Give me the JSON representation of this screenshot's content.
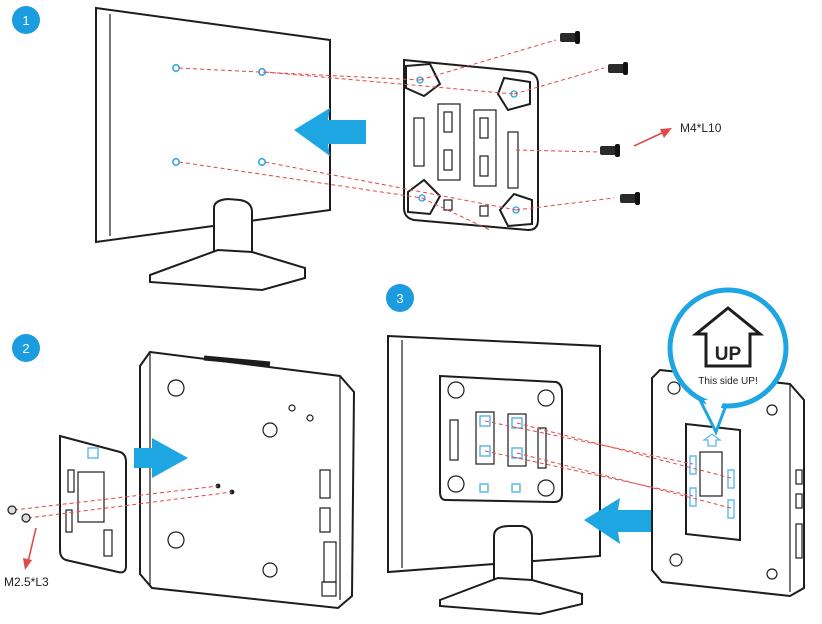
{
  "steps": [
    {
      "number": "1"
    },
    {
      "number": "2"
    },
    {
      "number": "3"
    }
  ],
  "labels": {
    "screw_large": "M4*L10",
    "screw_small": "M2.5*L3",
    "up_sign": "UP",
    "up_caption": "This side UP!"
  },
  "colors": {
    "step_badge": "#1b9be0",
    "arrow_blue": "#1ea6e3",
    "dash_red": "#e0484a",
    "outline": "#1d1d1d",
    "bracket_slot": "#5fb8e8"
  }
}
